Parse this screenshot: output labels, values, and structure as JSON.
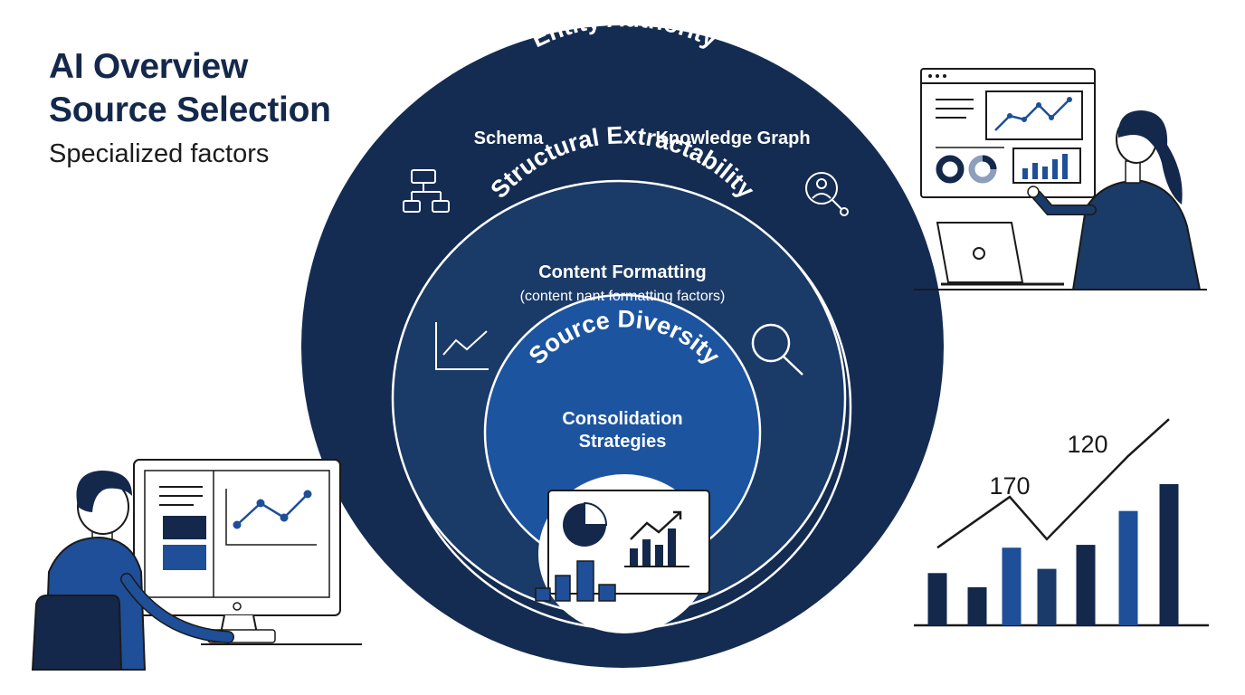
{
  "header": {
    "title_line1": "AI Overview",
    "title_line2": "Source Selection",
    "subtitle": "Specialized factors"
  },
  "rings": {
    "outer": {
      "title": "Entity Authority",
      "left_label": "Schema",
      "right_label": "Knowledge Graph"
    },
    "middle": {
      "title": "Structural Extractability",
      "label": "Content Formatting",
      "sublabel": "(content nant formatting factors)"
    },
    "inner": {
      "title": "Source Diversity",
      "label_line1": "Consolidation",
      "label_line2": "Strategies"
    }
  },
  "bar_chart": {
    "annotations": [
      "170",
      "120"
    ],
    "bar_levels": [
      0.37,
      0.27,
      0.55,
      0.4,
      0.57,
      0.81,
      1.0
    ],
    "trend_levels": [
      0.55,
      0.91,
      0.61,
      1.2,
      1.46
    ]
  },
  "colors": {
    "navy": "#14284b",
    "dark_circle": "#142c52",
    "mid_circle": "#1a3a68",
    "inner_circle": "#1d54a0",
    "accent_blue": "#1e4f98",
    "line": "#1a1a1a"
  },
  "icons": {
    "outer_left": "hierarchy-icon",
    "outer_right": "user-search-icon",
    "middle_left": "line-chart-icon",
    "middle_right": "magnifier-icon"
  }
}
